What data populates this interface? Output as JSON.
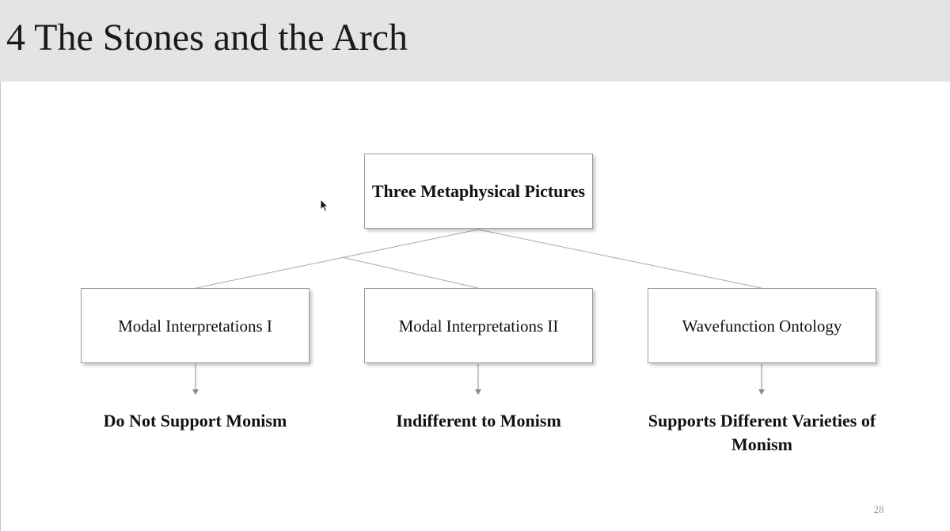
{
  "slide": {
    "title": "4 The Stones and the Arch",
    "page_number": "28"
  },
  "diagram": {
    "root": "Three Metaphysical Pictures",
    "interpretations": [
      {
        "label": "Modal Interpretations I",
        "outcome": "Do Not Support Monism"
      },
      {
        "label": "Modal Interpretations II",
        "outcome": "Indifferent to Monism"
      },
      {
        "label": "Wavefunction Ontology",
        "outcome": "Supports Different Varieties of Monism"
      }
    ]
  },
  "colors": {
    "header_background": "#e4e4e4",
    "box_border": "#9a9a9a",
    "connector": "#a8a8a8"
  },
  "icons": {
    "cursor": "mouse-pointer-icon"
  }
}
